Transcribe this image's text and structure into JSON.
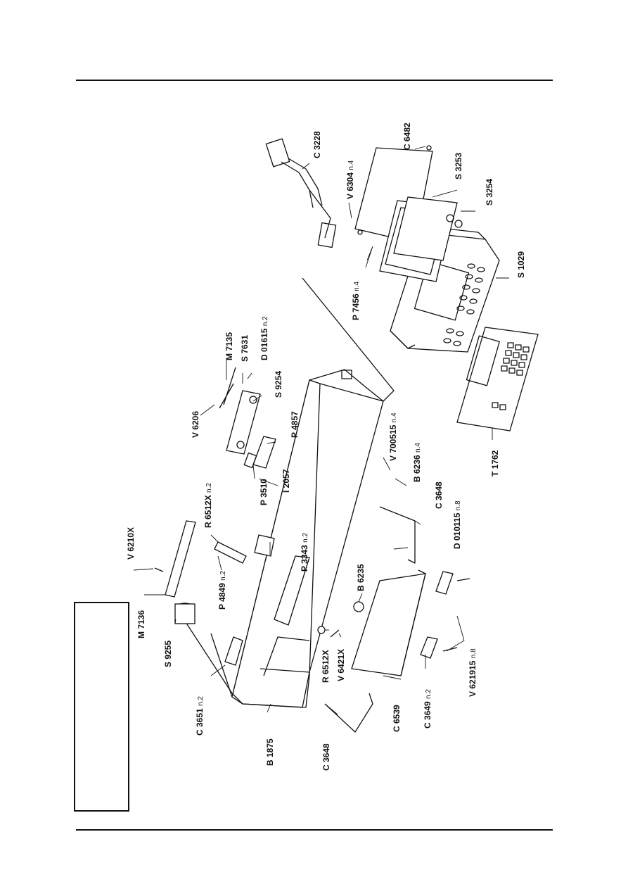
{
  "document": {
    "title": "",
    "labels": [
      {
        "code": "C 6482",
        "qty": ""
      },
      {
        "code": "C 3228",
        "qty": ""
      },
      {
        "code": "S 3253",
        "qty": ""
      },
      {
        "code": "S 3254",
        "qty": ""
      },
      {
        "code": "V 6304",
        "qty": "n.4"
      },
      {
        "code": "P 7456",
        "qty": "n.4"
      },
      {
        "code": "S 1029",
        "qty": ""
      },
      {
        "code": "T 1762",
        "qty": ""
      },
      {
        "code": "M 7135",
        "qty": ""
      },
      {
        "code": "S 7631",
        "qty": ""
      },
      {
        "code": "D 01615",
        "qty": "n.2"
      },
      {
        "code": "V 6206",
        "qty": ""
      },
      {
        "code": "S 9254",
        "qty": ""
      },
      {
        "code": "P 4857",
        "qty": ""
      },
      {
        "code": "I 2057",
        "qty": ""
      },
      {
        "code": "P 3510",
        "qty": ""
      },
      {
        "code": "V 700515",
        "qty": "n.4"
      },
      {
        "code": "B 6236",
        "qty": "n.4"
      },
      {
        "code": "C 3648",
        "qty": ""
      },
      {
        "code": "D 010115",
        "qty": "n.8"
      },
      {
        "code": "R 6512X",
        "qty": "n.2"
      },
      {
        "code": "V 6210X",
        "qty": ""
      },
      {
        "code": "P 4849",
        "qty": "n.2"
      },
      {
        "code": "P 3343",
        "qty": "n.2"
      },
      {
        "code": "B 6235",
        "qty": ""
      },
      {
        "code": "M 7136",
        "qty": ""
      },
      {
        "code": "S 9255",
        "qty": ""
      },
      {
        "code": "R 6512X",
        "qty": ""
      },
      {
        "code": "V 6421X",
        "qty": ""
      },
      {
        "code": "V 621915",
        "qty": "n.8"
      },
      {
        "code": "C 3651",
        "qty": "n.2"
      },
      {
        "code": "C 3649",
        "qty": "n.2"
      },
      {
        "code": "C 6539",
        "qty": ""
      },
      {
        "code": "C 3648",
        "qty": ""
      },
      {
        "code": "B 1875",
        "qty": ""
      }
    ]
  }
}
